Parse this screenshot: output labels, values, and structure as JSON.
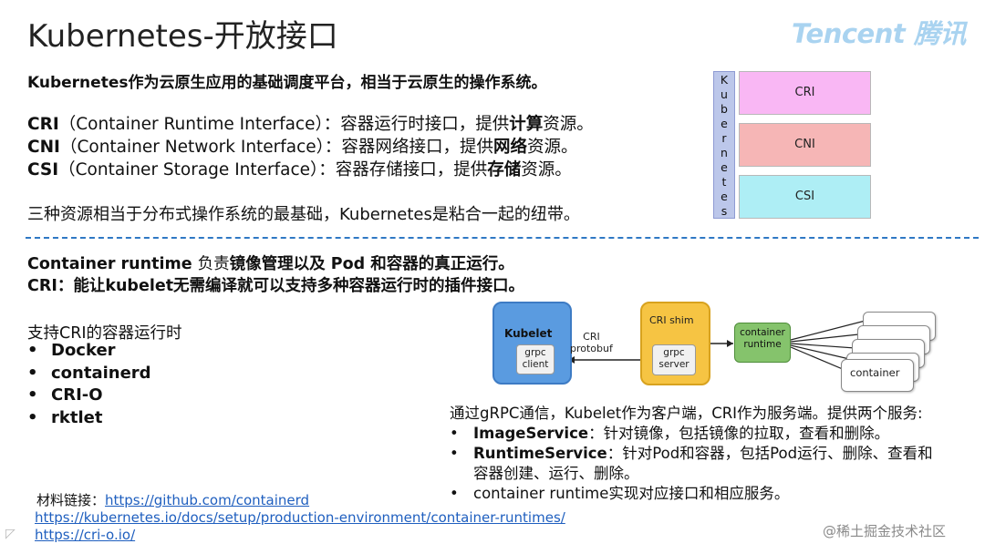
{
  "title": "Kubernetes-开放接口",
  "logo": "Tencent 腾讯",
  "intro": "Kubernetes作为云原生应用的基础调度平台，相当于云原生的操作系统。",
  "interfaces": [
    {
      "abbr": "CRI",
      "full": "（Container Runtime Interface）：容器运行时接口，提供",
      "bold": "计算",
      "tail": "资源。"
    },
    {
      "abbr": "CNI",
      "full": "（Container Network Interface）：容器网络接口，提供",
      "bold": "网络",
      "tail": "资源。"
    },
    {
      "abbr": "CSI",
      "full": "（Container Storage Interface）：容器存储接口，提供",
      "bold": "存储",
      "tail": "资源。"
    }
  ],
  "summary": "三种资源相当于分布式操作系统的最基础，Kubernetes是粘合一起的纽带。",
  "stack": {
    "side_label": "Kubernetes",
    "layers": [
      {
        "label": "CRI",
        "color": "#f9b7f4"
      },
      {
        "label": "CNI",
        "color": "#f6b6b6"
      },
      {
        "label": "CSI",
        "color": "#aeeef5"
      }
    ]
  },
  "runtime": {
    "line1_bold_a": "Container runtime ",
    "line1_normal": "负责",
    "line1_bold_b": "镜像管理以及 Pod 和容器的真正运行。",
    "line2": "CRI：能让kubelet无需编译就可以支持多种容器运行时的插件接口。"
  },
  "supported": {
    "title": "支持CRI的容器运行时",
    "items": [
      "Docker",
      "containerd",
      "CRI-O",
      "rktlet"
    ]
  },
  "diagram": {
    "kubelet": "Kubelet",
    "grpc_client": [
      "grpc",
      "client"
    ],
    "protocol": [
      "CRI",
      "protobuf"
    ],
    "shim": "CRI shim",
    "grpc_server": [
      "grpc",
      "server"
    ],
    "container_runtime": [
      "container",
      "runtime"
    ],
    "container": "container"
  },
  "services": {
    "intro": "通过gRPC通信，Kubelet作为客户端，CRI作为服务端。提供两个服务:",
    "items": [
      {
        "name": "ImageService",
        "desc": "：针对镜像，包括镜像的拉取，查看和删除。"
      },
      {
        "name": "RuntimeService",
        "desc": "：针对Pod和容器，包括Pod运行、删除、查看和"
      }
    ],
    "cont": "容器创建、运行、删除。",
    "last": "container runtime实现对应接口和相应服务。"
  },
  "links": {
    "label": "材料链接：",
    "urls": [
      "https://github.com/containerd",
      "https://kubernetes.io/docs/setup/production-environment/container-runtimes/",
      "https://cri-o.io/"
    ]
  },
  "watermark": "@稀土掘金技术社区"
}
